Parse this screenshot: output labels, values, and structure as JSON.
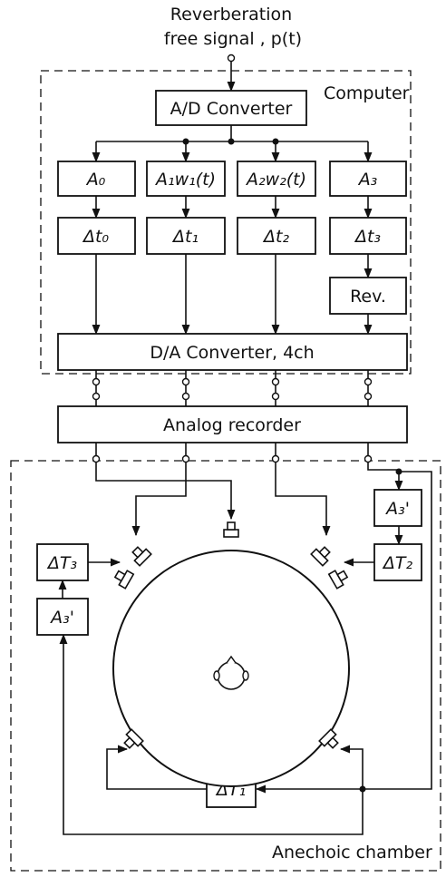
{
  "input": {
    "line1": "Reverberation",
    "line2": "free signal , p(t)"
  },
  "computer": {
    "label": "Computer",
    "ad_converter": "A/D Converter",
    "channels": [
      {
        "gain": "A₀",
        "delay": "Δt₀"
      },
      {
        "gain": "A₁w₁(t)",
        "delay": "Δt₁"
      },
      {
        "gain": "A₂w₂(t)",
        "delay": "Δt₂"
      },
      {
        "gain": "A₃",
        "delay": "Δt₃"
      }
    ],
    "rev": "Rev.",
    "da_converter": "D/A Converter, 4ch"
  },
  "recorder": "Analog recorder",
  "chamber": {
    "label": "Anechoic chamber",
    "gain_left": "A₃'",
    "delay_left": "ΔT₃",
    "gain_right": "A₃'",
    "delay_right": "ΔT₂",
    "delay_bottom": "ΔT₁"
  },
  "colors": {
    "ink": "#111111",
    "paper": "#ffffff"
  }
}
